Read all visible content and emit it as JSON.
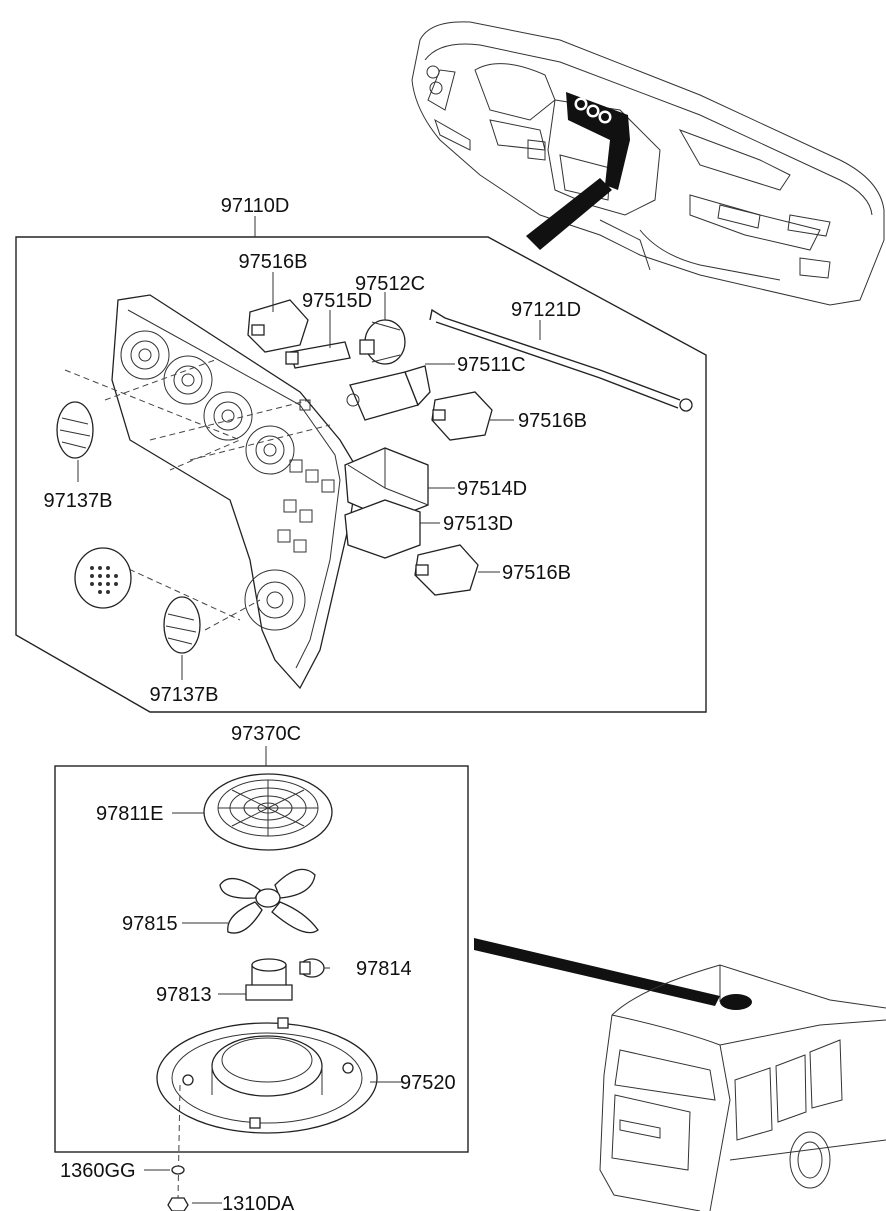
{
  "labels": {
    "assembly_top": "97110D",
    "knob_top": "97516B",
    "switch_97512c": "97512C",
    "switch_97515d": "97515D",
    "cable": "97121D",
    "actuator": "97511C",
    "knob_mid": "97516B",
    "module_97514d": "97514D",
    "module_97513d": "97513D",
    "knob_low": "97516B",
    "cap_left": "97137B",
    "cap_bottom": "97137B",
    "fan_assembly": "97370C",
    "grille": "97811E",
    "fan_blade": "97815",
    "plug": "97814",
    "motor": "97813",
    "housing": "97520",
    "washer": "1360GG",
    "nut": "1310DA"
  }
}
